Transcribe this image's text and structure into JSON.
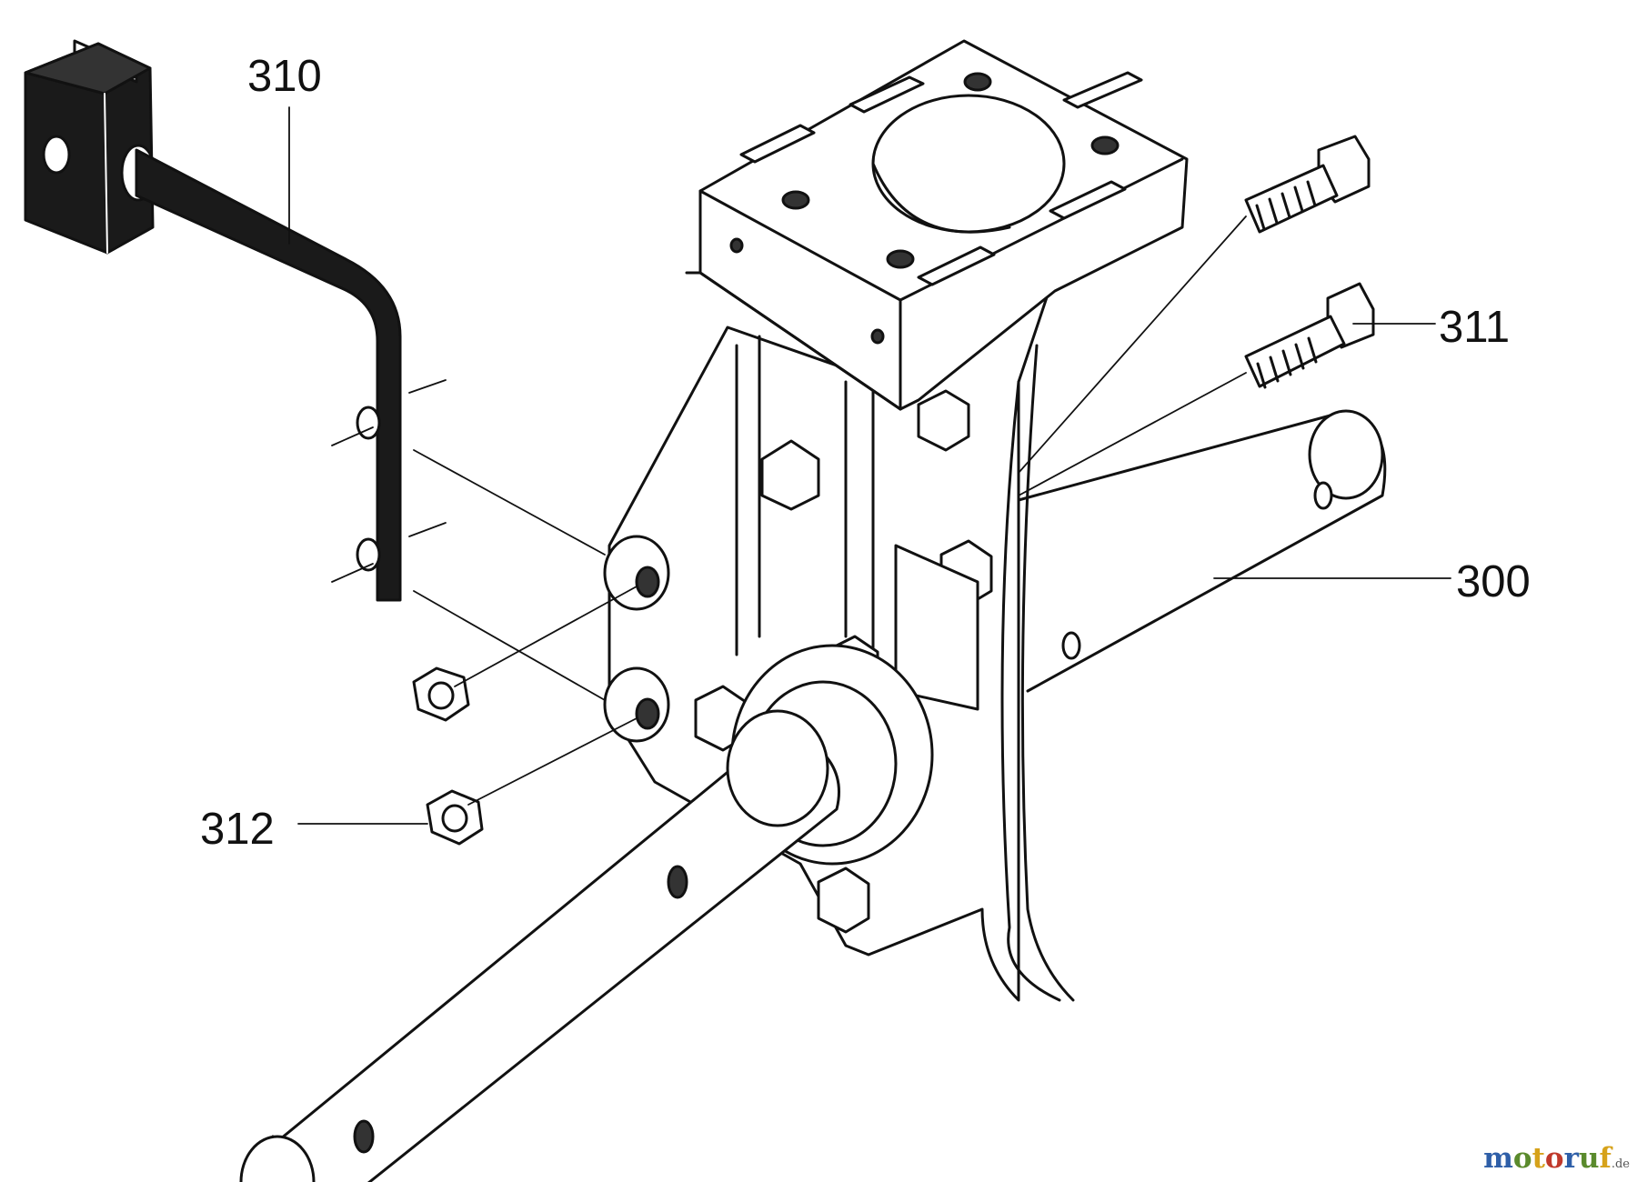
{
  "callouts": {
    "bracket": "310",
    "bolt": "311",
    "housing_shaft": "300",
    "nut": "312"
  },
  "watermark": {
    "letters": [
      "m",
      "o",
      "t",
      "o",
      "r",
      "u",
      "f"
    ],
    "colors": [
      "#2f5fa8",
      "#5a8a2c",
      "#d6a21a",
      "#c0392b",
      "#2f5fa8",
      "#5a8a2c",
      "#d6a21a"
    ],
    "suffix": ".de"
  }
}
